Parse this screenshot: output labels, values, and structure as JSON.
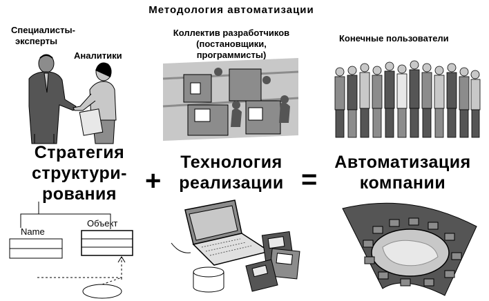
{
  "title": "Методология автоматизации",
  "roles": {
    "experts": [
      "Специалисты-",
      "эксперты"
    ],
    "analysts": "Аналитики",
    "developers": [
      "Коллектив разработчиков",
      "(постановщики,",
      "программисты)"
    ],
    "end_users": "Конечные пользователи"
  },
  "equation": {
    "left": [
      "Стратегия",
      "структури-",
      "рования"
    ],
    "plus": "+",
    "middle": [
      "Технология",
      "реализации"
    ],
    "equals": "=",
    "right": [
      "Автоматизация",
      "компании"
    ]
  },
  "diagram": {
    "entity_name": "Name",
    "entity_object": "Объект"
  },
  "colors": {
    "ink": "#000000",
    "gray_dark": "#555555",
    "gray_mid": "#8c8c8c",
    "gray_light": "#c8c8c8",
    "background": "#ffffff"
  }
}
